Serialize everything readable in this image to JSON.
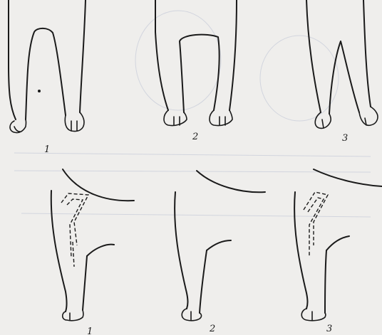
{
  "figure": {
    "top_row_labels": [
      "1",
      "2",
      "3"
    ],
    "bottom_row_labels": [
      "1",
      "2",
      "3"
    ]
  }
}
